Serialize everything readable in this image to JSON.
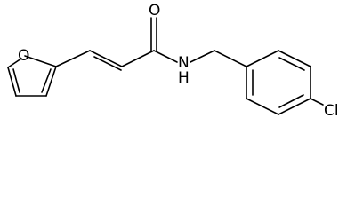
{
  "molecule": {
    "atoms": {
      "furan_oxygen": "O",
      "carbonyl_oxygen": "O",
      "amide_nitrogen": "N",
      "amide_hydrogen": "H",
      "chlorine": "Cl"
    },
    "colors": {
      "line": "#000000",
      "background": "#ffffff"
    }
  }
}
